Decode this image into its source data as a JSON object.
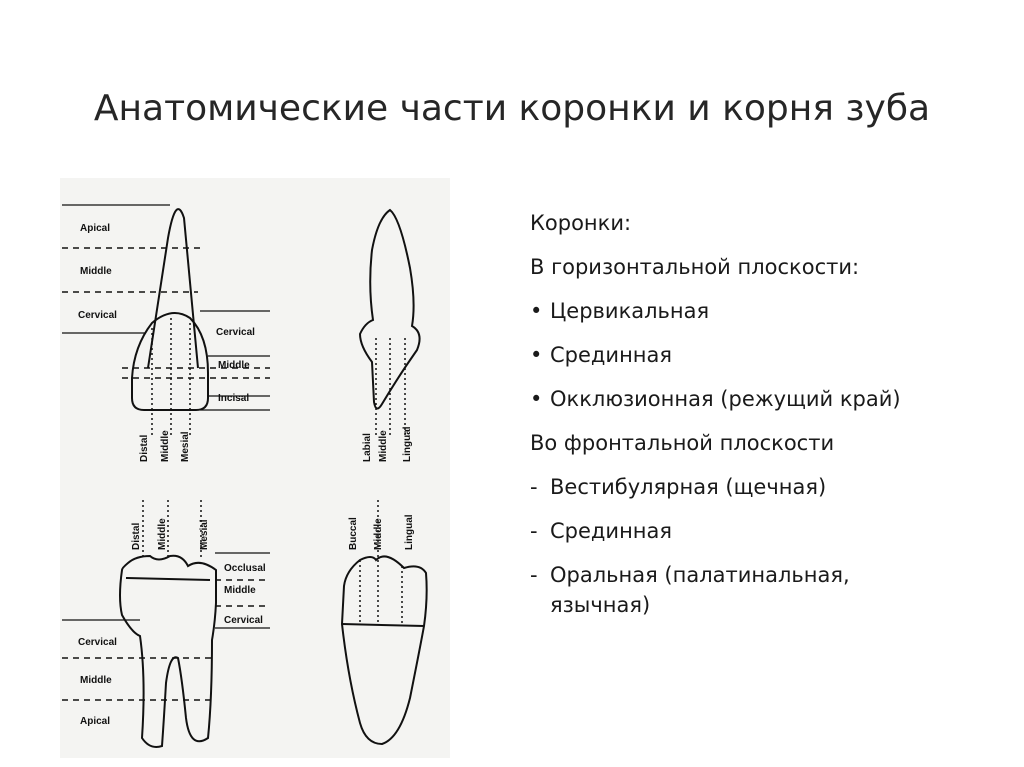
{
  "slide": {
    "title": "Анатомические части коронки и корня зуба"
  },
  "figure": {
    "top_left": {
      "root_labels": [
        "Apical",
        "Middle",
        "Cervical"
      ],
      "crown_labels": [
        "Cervical",
        "Middle",
        "Incisal"
      ],
      "vertical_labels": [
        "Distal",
        "Middle",
        "Mesial"
      ]
    },
    "top_right": {
      "vertical_labels": [
        "Labial",
        "Middle",
        "Lingual"
      ]
    },
    "bottom_left": {
      "vertical_labels": [
        "Distal",
        "Middle",
        "Mesial"
      ],
      "crown_labels": [
        "Occlusal",
        "Middle",
        "Cervical"
      ],
      "root_labels": [
        "Cervical",
        "Middle",
        "Apical"
      ]
    },
    "bottom_right": {
      "vertical_labels": [
        "Buccal",
        "Middle",
        "Lingual"
      ]
    }
  },
  "content": {
    "crowns_heading": "Коронки:",
    "horizontal_heading": "В горизонтальной плоскости:",
    "horizontal_items": [
      "Цервикальная",
      "Срединная",
      "Окклюзионная (режущий край)"
    ],
    "bullet_mark": "•",
    "frontal_heading": "Во фронтальной плоскости",
    "dash_mark": "-",
    "frontal_items": [
      "Вестибулярная (щечная)",
      "Срединная",
      "Оральная (палатинальная, язычная)"
    ]
  }
}
